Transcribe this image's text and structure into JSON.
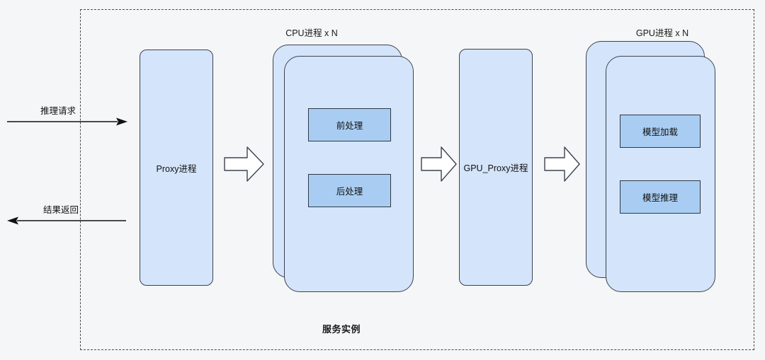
{
  "diagram": {
    "boundary_label": "服务实例",
    "accent_fill": "#d4e4fa",
    "accent_fill_dark": "#a9cdf2",
    "stroke": "#3c4250",
    "background": "#f5f6f7"
  },
  "flows": [
    {
      "label": "推理请求",
      "direction": "right"
    },
    {
      "label": "结果返回",
      "direction": "left"
    }
  ],
  "nodes": {
    "proxy": {
      "label": "Proxy进程"
    },
    "gpu_proxy": {
      "label": "GPU_Proxy进程"
    }
  },
  "groups": [
    {
      "title": "CPU进程 x N",
      "stacked": true,
      "items": [
        {
          "label": "前处理"
        },
        {
          "label": "后处理"
        }
      ]
    },
    {
      "title": "GPU进程 x N",
      "stacked": true,
      "items": [
        {
          "label": "模型加载"
        },
        {
          "label": "模型推理"
        }
      ]
    }
  ],
  "connectors": [
    {
      "name": "proxy-to-cpu",
      "type": "block-arrow",
      "direction": "right"
    },
    {
      "name": "cpu-to-gpu-proxy",
      "type": "block-arrow",
      "direction": "right"
    },
    {
      "name": "gpu-proxy-to-gpu",
      "type": "block-arrow",
      "direction": "right"
    }
  ]
}
